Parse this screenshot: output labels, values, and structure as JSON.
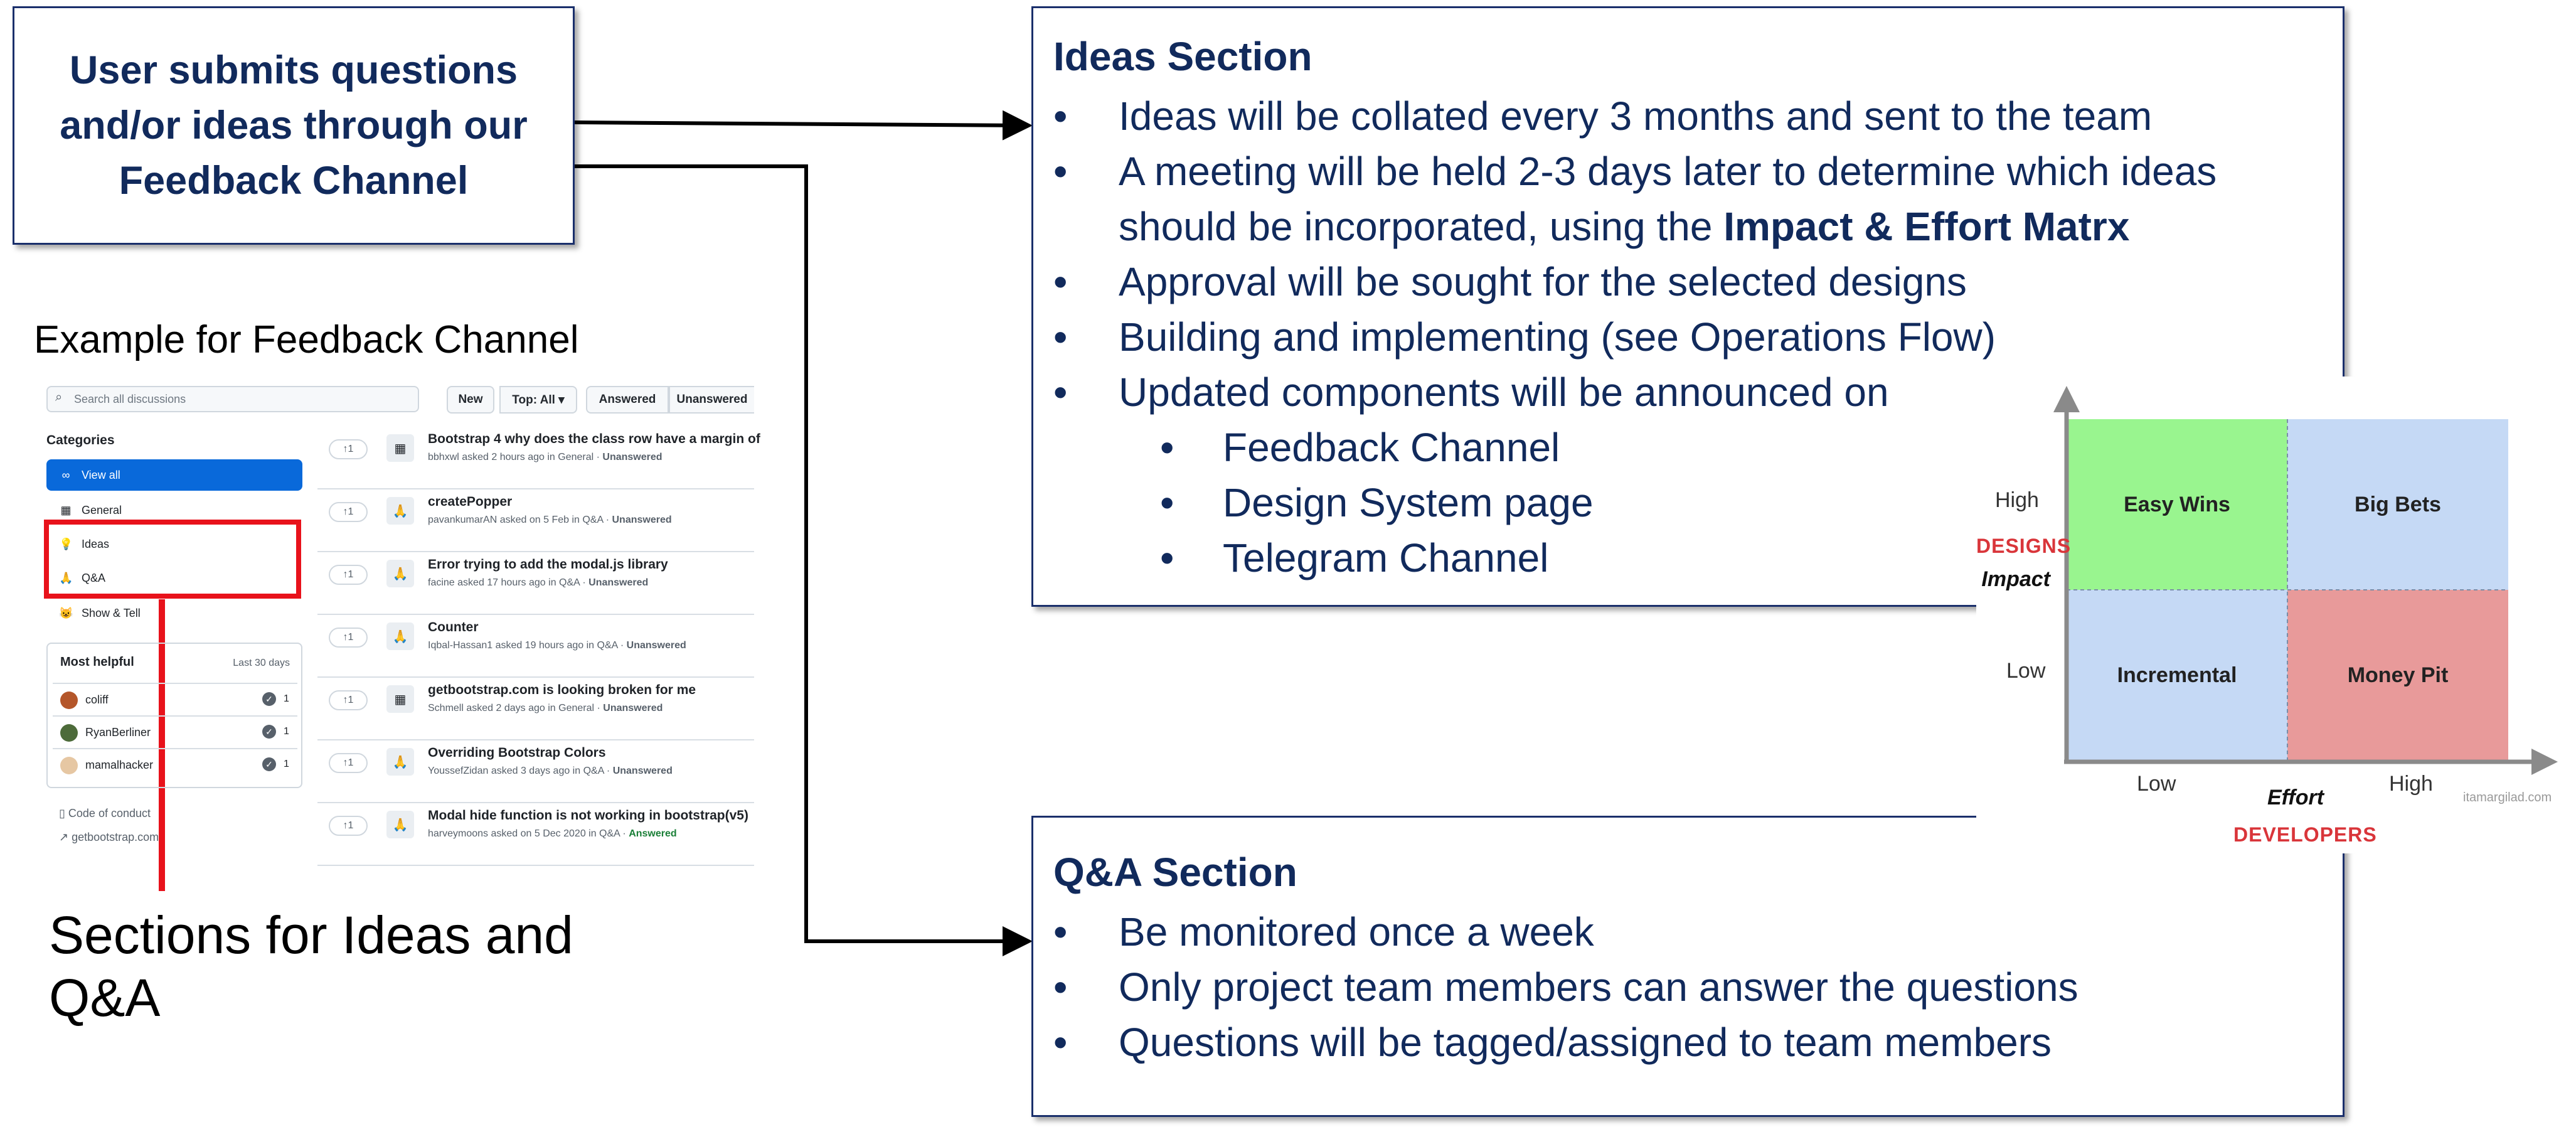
{
  "user_box": {
    "lines": [
      "User submits questions",
      "and/or ideas through our",
      "Feedback Channel"
    ]
  },
  "ideas": {
    "title": "Ideas Section",
    "bullets": [
      "Ideas will be collated every 3 months and sent to the team",
      "A meeting will be held 2-3 days later to determine which ideas",
      "should be incorporated, using the",
      "Impact & Effort Matrx",
      "Approval will be sought for the selected designs",
      "Building and implementing (see Operations Flow)",
      "Updated components will be announced on"
    ],
    "sub_bullets": [
      "Feedback Channel",
      "Design System page",
      "Telegram Channel"
    ]
  },
  "qa": {
    "title": "Q&A Section",
    "bullets": [
      "Be monitored once a week",
      "Only project team members can answer the questions",
      "Questions will be tagged/assigned to team members"
    ]
  },
  "example_label": "Example for Feedback Channel",
  "sections_label": [
    "Sections for Ideas and",
    "Q&A"
  ],
  "bullet_glyph": "•",
  "matrix": {
    "cells": {
      "top_left": "Easy Wins",
      "top_right": "Big Bets",
      "bottom_left": "Incremental",
      "bottom_right": "Money Pit"
    },
    "y_high": "High",
    "y_low": "Low",
    "y_role": "DESIGNS",
    "y_axis": "Impact",
    "x_low": "Low",
    "x_high": "High",
    "x_axis": "Effort",
    "x_role": "DEVELOPERS",
    "credit": "itamargilad.com",
    "colors": {
      "easy_wins": "#99f58f",
      "big_bets": "#c5d9f5",
      "incremental": "#c5d9f5",
      "money_pit": "#e89a9a"
    }
  },
  "github": {
    "search_placeholder": "Search all discussions",
    "btn_new": "New",
    "btn_top": "Top: All ▾",
    "btn_answered": "Answered",
    "btn_unanswered": "Unanswered",
    "categories_title": "Categories",
    "categories": [
      {
        "icon": "∞",
        "label": "View all"
      },
      {
        "icon": "▦",
        "label": "General"
      },
      {
        "icon": "💡",
        "label": "Ideas"
      },
      {
        "icon": "🙏",
        "label": "Q&A"
      },
      {
        "icon": "😺",
        "label": "Show & Tell"
      }
    ],
    "most_helpful": "Most helpful",
    "last_30": "Last 30 days",
    "helpers": [
      {
        "name": "coliff",
        "count": "1"
      },
      {
        "name": "RyanBerliner",
        "count": "1"
      },
      {
        "name": "mamalhacker",
        "count": "1"
      }
    ],
    "code_of_conduct": "Code of conduct",
    "site_link": "getbootstrap.com",
    "discussions": [
      {
        "votes": "1",
        "icon": "▦",
        "title": "Bootstrap 4 why does the class row have a margin of",
        "meta": "bbhxwl asked 2 hours ago in General · ",
        "status": "Unanswered"
      },
      {
        "votes": "1",
        "icon": "🙏",
        "title": "createPopper",
        "meta": "pavankumarAN asked on 5 Feb in Q&A · ",
        "status": "Unanswered"
      },
      {
        "votes": "1",
        "icon": "🙏",
        "title": "Error trying to add the modal.js library",
        "meta": "facine asked 17 hours ago in Q&A · ",
        "status": "Unanswered"
      },
      {
        "votes": "1",
        "icon": "🙏",
        "title": "Counter",
        "meta": "Iqbal-Hassan1 asked 19 hours ago in Q&A · ",
        "status": "Unanswered"
      },
      {
        "votes": "1",
        "icon": "▦",
        "title": "getbootstrap.com is looking broken for me",
        "meta": "Schmell asked 2 days ago in General · ",
        "status": "Unanswered"
      },
      {
        "votes": "1",
        "icon": "🙏",
        "title": "Overriding Bootstrap Colors",
        "meta": "YoussefZidan asked 3 days ago in Q&A · ",
        "status": "Unanswered"
      },
      {
        "votes": "1",
        "icon": "🙏",
        "title": "Modal hide function is not working in bootstrap(v5)",
        "meta": "harveymoons asked on 5 Dec 2020 in Q&A · ",
        "status": "Answered"
      }
    ]
  }
}
